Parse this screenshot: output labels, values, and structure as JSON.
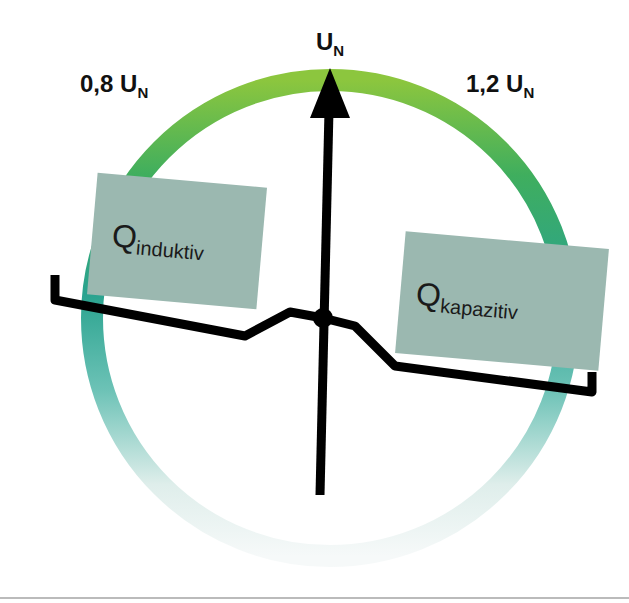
{
  "diagram": {
    "nodes": [
      {
        "text": [
          "Q",
          "induktiv"
        ]
      },
      {
        "text": [
          "Q",
          "kapazitiv"
        ]
      }
    ],
    "labels": [
      "U",
      "N",
      "0,8 U",
      "N",
      "1,2 U",
      "N"
    ]
  }
}
